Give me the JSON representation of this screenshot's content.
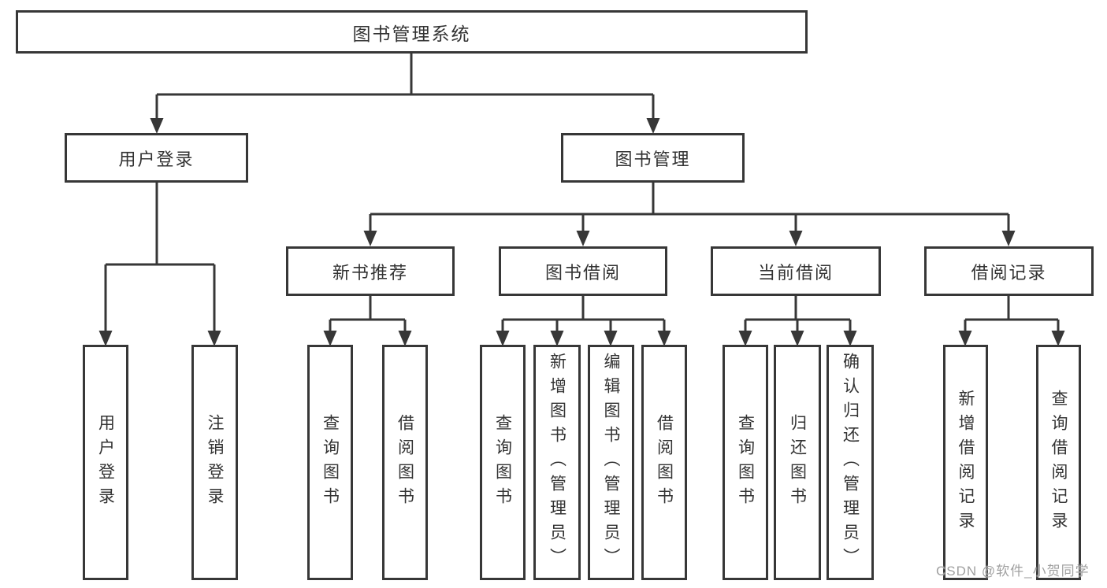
{
  "diagram": {
    "root": "图书管理系统",
    "branches": [
      {
        "label": "用户登录",
        "leaves": [
          "用户登录",
          "注销登录"
        ]
      },
      {
        "label": "图书管理",
        "groups": [
          {
            "label": "新书推荐",
            "leaves": [
              "查询图书",
              "借阅图书"
            ]
          },
          {
            "label": "图书借阅",
            "leaves": [
              "查询图书",
              "新增图书（管理员）",
              "编辑图书（管理员）",
              "借阅图书"
            ]
          },
          {
            "label": "当前借阅",
            "leaves": [
              "查询图书",
              "归还图书",
              "确认归还（管理员）"
            ]
          },
          {
            "label": "借阅记录",
            "leaves": [
              "新增借阅记录",
              "查询借阅记录"
            ]
          }
        ]
      }
    ]
  },
  "watermark": {
    "text": "CSDN @软件_小贺同学"
  },
  "colors": {
    "line": "#373737",
    "box_border": "#373737",
    "text": "#333333",
    "watermark": "#a0a0a0",
    "background": "#ffffff"
  }
}
